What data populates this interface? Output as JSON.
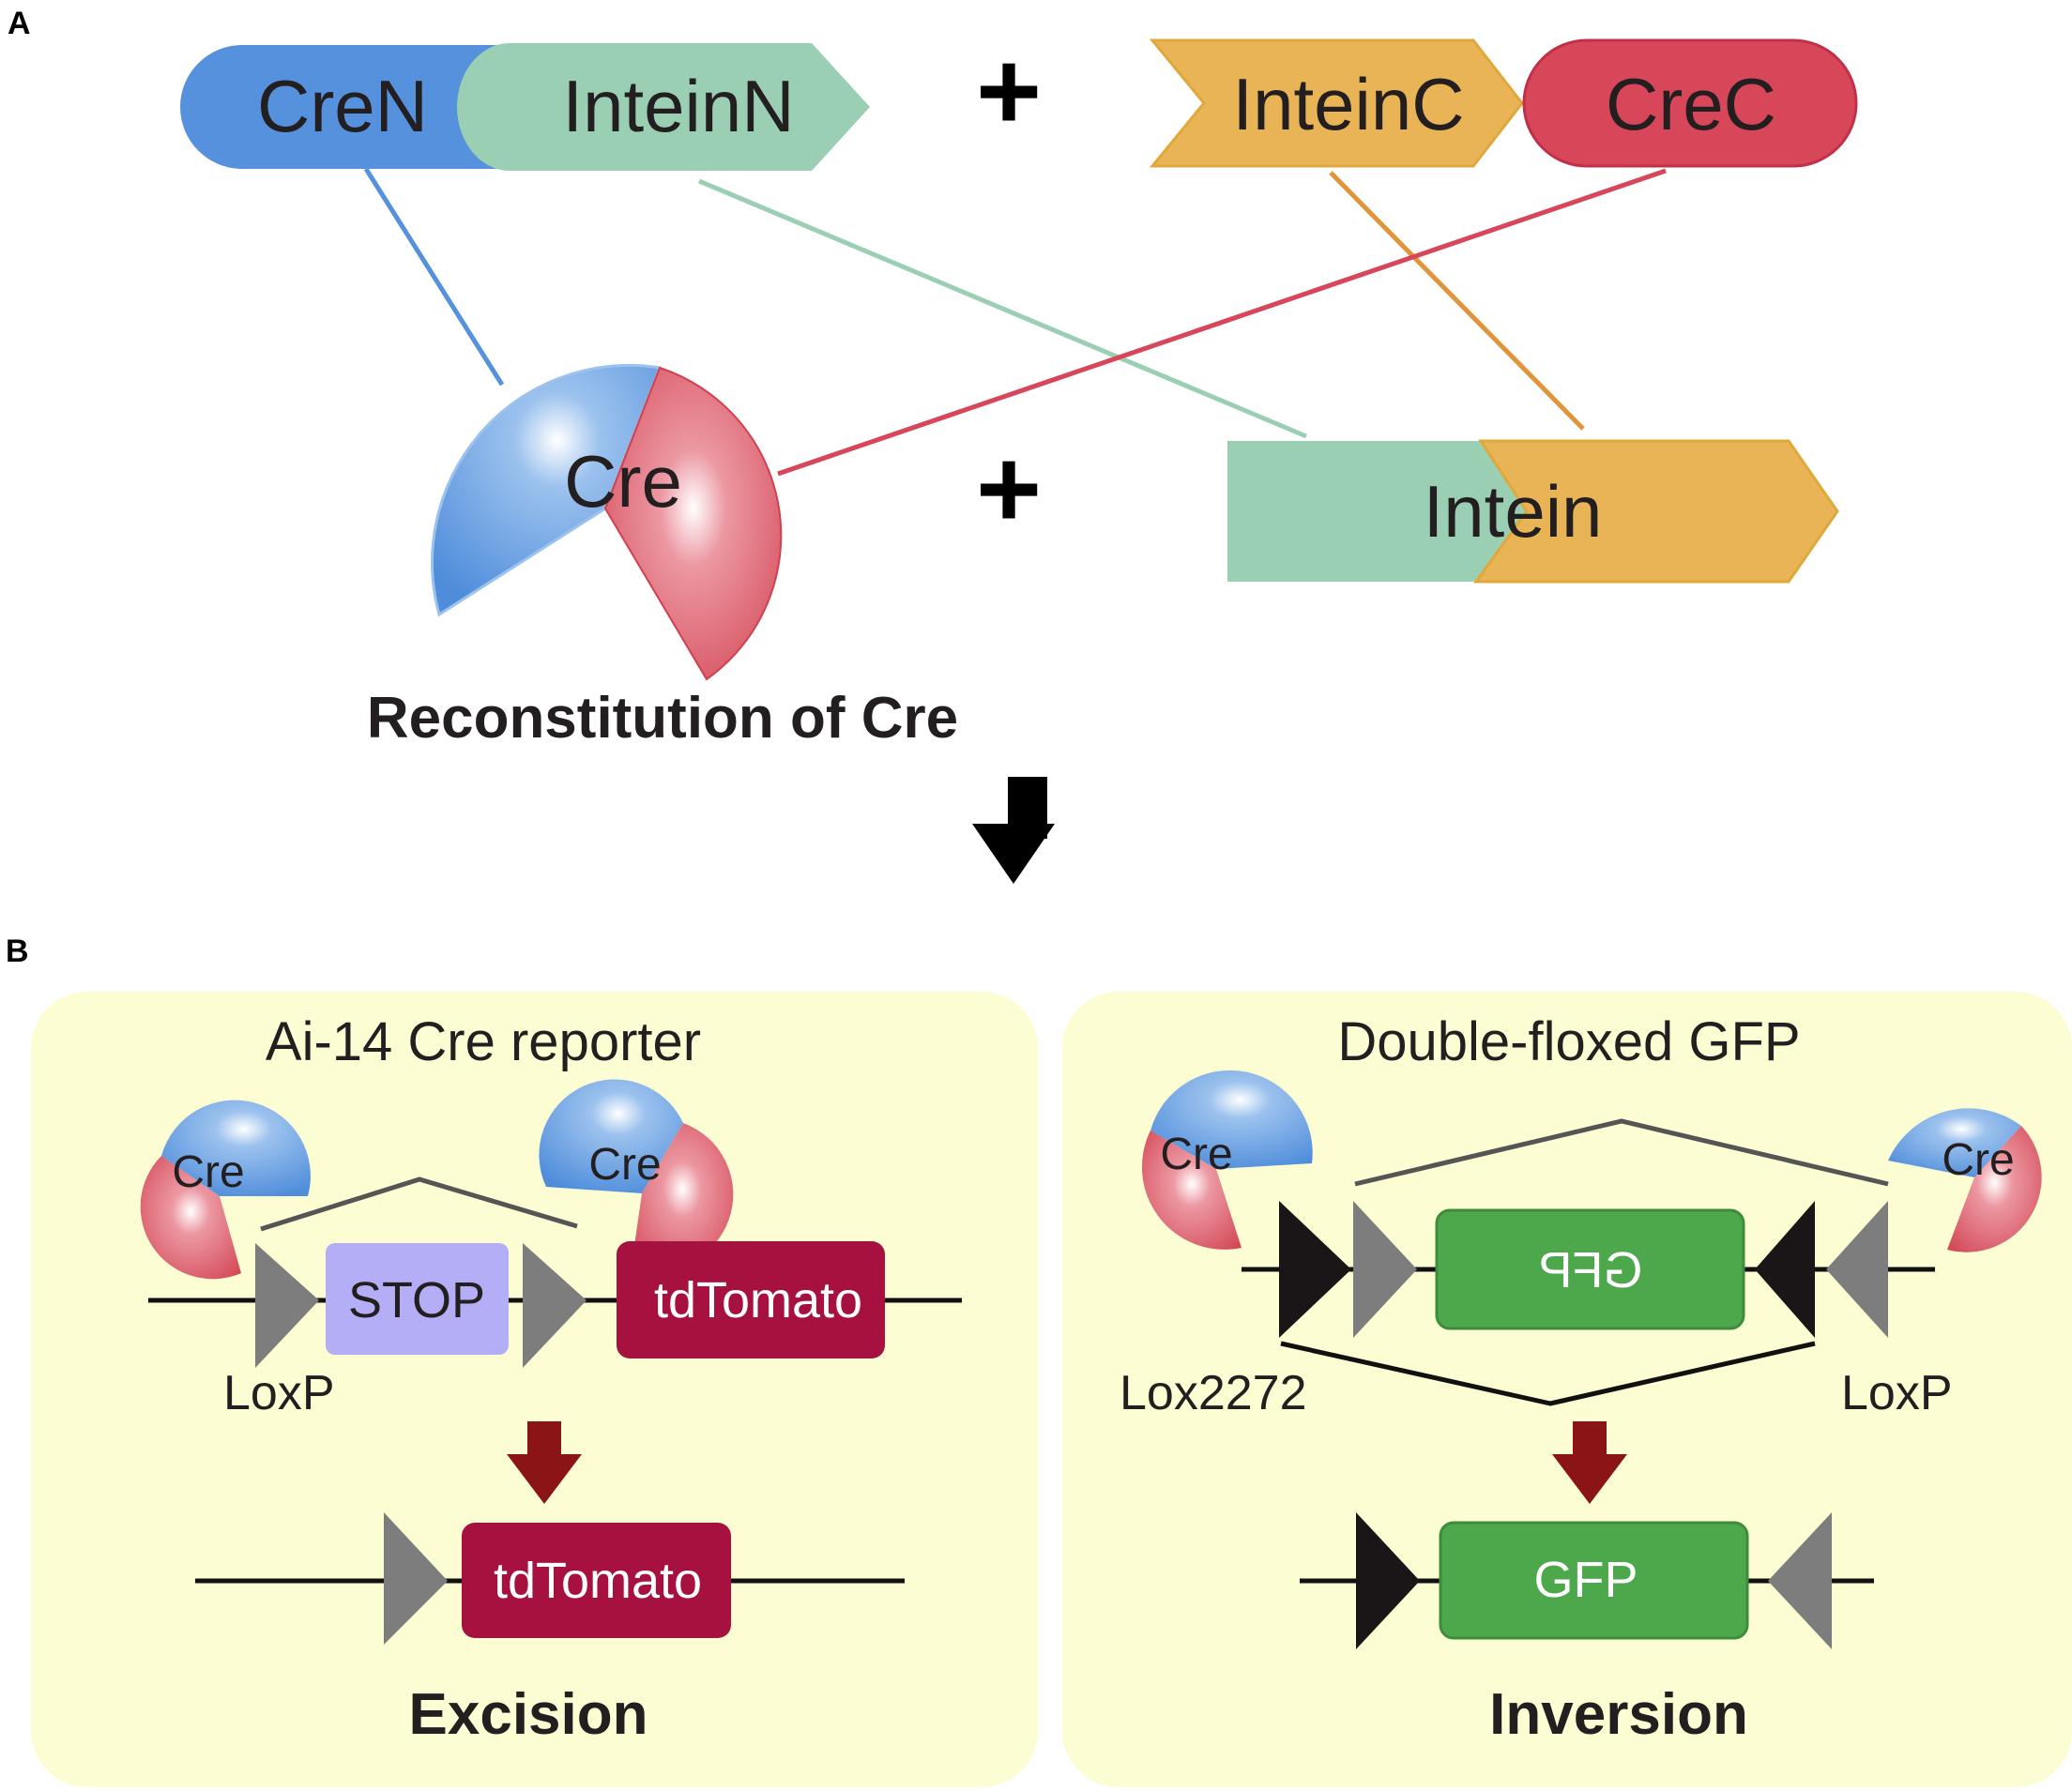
{
  "panels": {
    "a": "A",
    "b": "B"
  },
  "top": {
    "cren": "CreN",
    "inteinn": "InteinN",
    "inteinc": "InteinC",
    "crec": "CreC",
    "plus": "+",
    "cre": "Cre",
    "intein": "Intein",
    "caption": "Reconstitution of Cre"
  },
  "left_panel": {
    "title": "Ai-14 Cre reporter",
    "cre": "Cre",
    "stop": "STOP",
    "tdtomato": "tdTomato",
    "loxp": "LoxP",
    "caption": "Excision"
  },
  "right_panel": {
    "title": "Double-floxed GFP",
    "cre": "Cre",
    "gfp": "GFP",
    "lox2272": "Lox2272",
    "loxp": "LoxP",
    "caption": "Inversion"
  },
  "colors": {
    "cre_blue": "#5591dc",
    "cre_red": "#d8465a",
    "intein_green": "#9bcfb4",
    "intein_orange": "#e8b456",
    "panel_bg": "#fdfdd4",
    "stop_purple": "#b3aef6",
    "tdtomato": "#a6113f",
    "gfp_green": "#4ca84a",
    "dark_red_arrow": "#8b1416"
  }
}
